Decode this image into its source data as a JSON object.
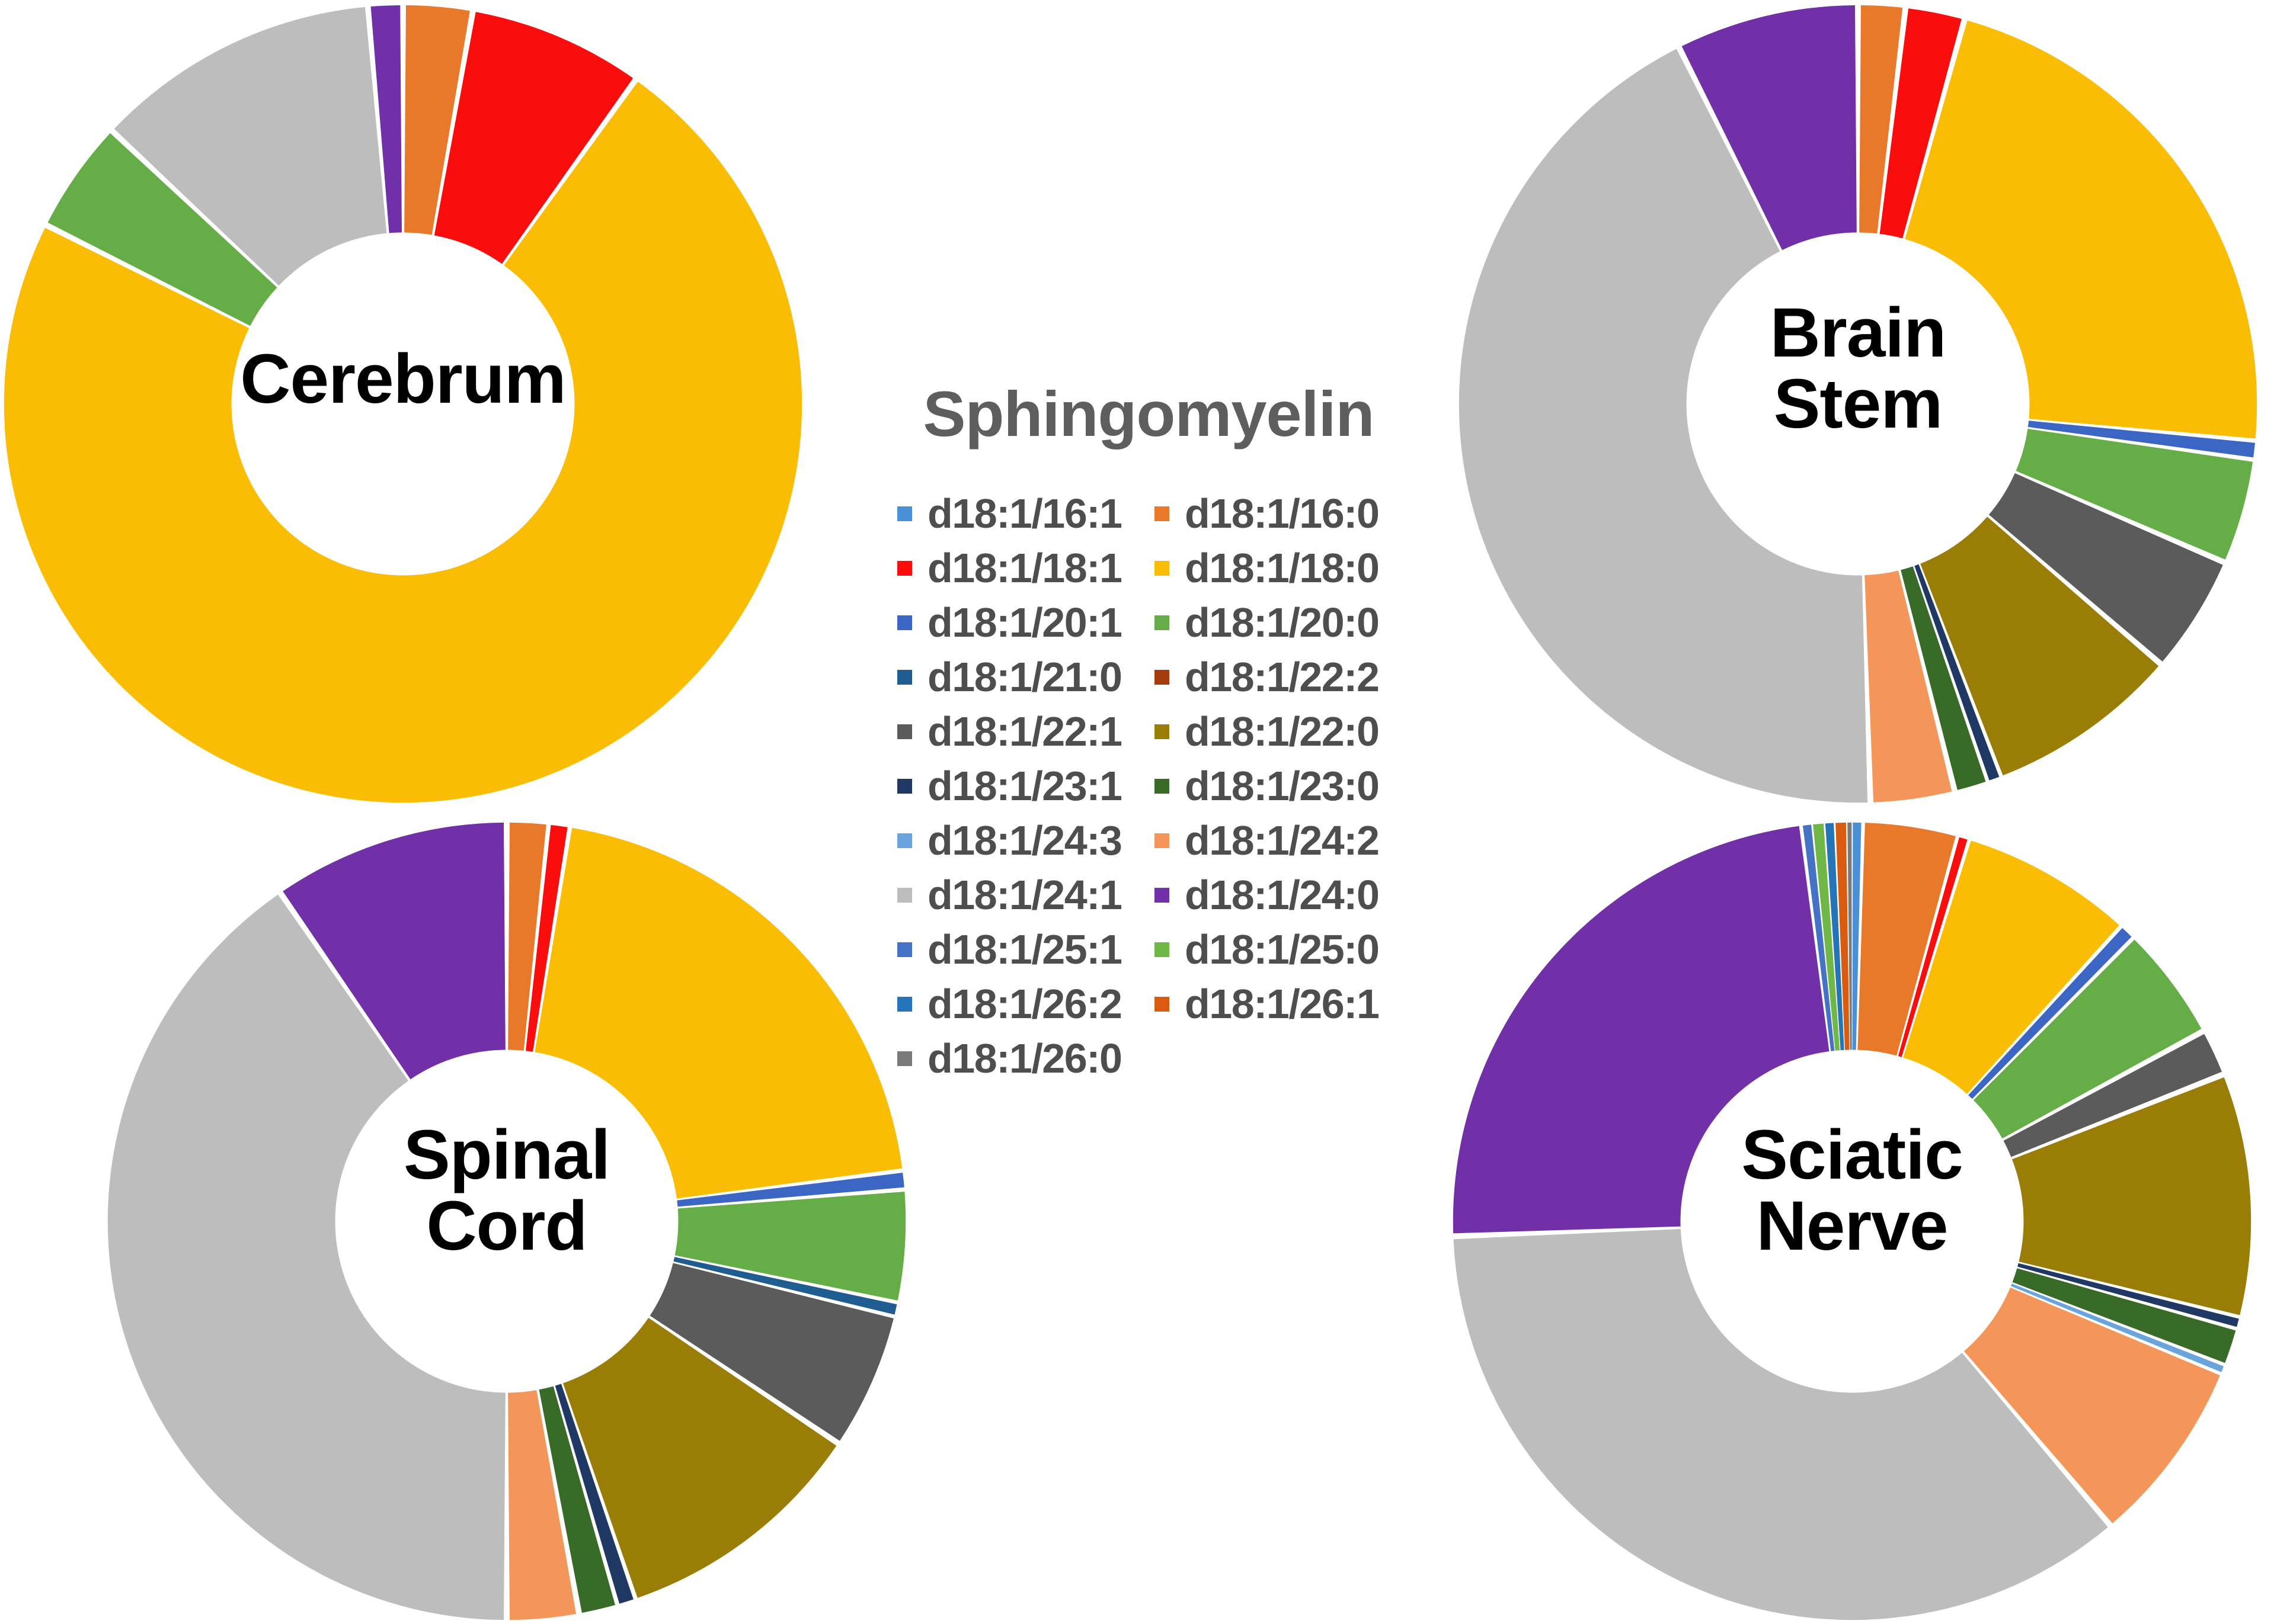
{
  "legend": {
    "title": "Sphingomyelin",
    "title_color": "#5e5e5e",
    "text_color": "#4e4e4e",
    "entries": [
      {
        "label": "d18:1/16:1",
        "color": "#4a90d9"
      },
      {
        "label": "d18:1/16:0",
        "color": "#e8792b"
      },
      {
        "label": "d18:1/18:1",
        "color": "#fc0d0d"
      },
      {
        "label": "d18:1/18:0",
        "color": "#fbbc04"
      },
      {
        "label": "d18:1/20:1",
        "color": "#3b66c4"
      },
      {
        "label": "d18:1/20:0",
        "color": "#64ad47"
      },
      {
        "label": "d18:1/21:0",
        "color": "#1f5d91"
      },
      {
        "label": "d18:1/22:2",
        "color": "#a63c0d"
      },
      {
        "label": "d18:1/22:1",
        "color": "#5b5b5b"
      },
      {
        "label": "d18:1/22:0",
        "color": "#9a7d06"
      },
      {
        "label": "d18:1/23:1",
        "color": "#1f3864"
      },
      {
        "label": "d18:1/23:0",
        "color": "#386b28"
      },
      {
        "label": "d18:1/24:3",
        "color": "#6aa4de"
      },
      {
        "label": "d18:1/24:2",
        "color": "#f4955a"
      },
      {
        "label": "d18:1/24:1",
        "color": "#bdbdbd"
      },
      {
        "label": "d18:1/24:0",
        "color": "#7230a8"
      },
      {
        "label": "d18:1/25:1",
        "color": "#4472c4"
      },
      {
        "label": "d18:1/25:0",
        "color": "#6fb848"
      },
      {
        "label": "d18:1/26:2",
        "color": "#2574b8"
      },
      {
        "label": "d18:1/26:1",
        "color": "#d95b10"
      },
      {
        "label": "d18:1/26:0",
        "color": "#7a7a7a"
      }
    ]
  },
  "chart_data": [
    {
      "type": "pie",
      "title": "Cerebrum",
      "hole": 0.43,
      "start_angle": -90,
      "legend": "shared",
      "categories": [
        "d18:1/16:1",
        "d18:1/16:0",
        "d18:1/18:1",
        "d18:1/18:0",
        "d18:1/20:1",
        "d18:1/20:0",
        "d18:1/21:0",
        "d18:1/22:2",
        "d18:1/22:1",
        "d18:1/22:0",
        "d18:1/23:1",
        "d18:1/23:0",
        "d18:1/24:3",
        "d18:1/24:2",
        "d18:1/24:1",
        "d18:1/24:0",
        "d18:1/25:1",
        "d18:1/25:0",
        "d18:1/26:2",
        "d18:1/26:1",
        "d18:1/26:0"
      ],
      "values": [
        0.0,
        2.8,
        7.1,
        72.5,
        0.0,
        4.6,
        0.0,
        0.0,
        0.0,
        0.0,
        0.0,
        0.0,
        0.0,
        0.0,
        11.6,
        1.4,
        0.0,
        0.0,
        0.0,
        0.0,
        0.0
      ]
    },
    {
      "type": "pie",
      "title": "Brain Stem",
      "hole": 0.43,
      "start_angle": -90,
      "legend": "shared",
      "categories": [
        "d18:1/16:1",
        "d18:1/16:0",
        "d18:1/18:1",
        "d18:1/18:0",
        "d18:1/20:1",
        "d18:1/20:0",
        "d18:1/21:0",
        "d18:1/22:2",
        "d18:1/22:1",
        "d18:1/22:0",
        "d18:1/23:1",
        "d18:1/23:0",
        "d18:1/24:3",
        "d18:1/24:2",
        "d18:1/24:1",
        "d18:1/24:0",
        "d18:1/25:1",
        "d18:1/25:0",
        "d18:1/26:2",
        "d18:1/26:1",
        "d18:1/26:0"
      ],
      "values": [
        0.0,
        1.9,
        2.4,
        22.2,
        0.7,
        4.3,
        0.0,
        0.0,
        4.8,
        7.9,
        0.5,
        1.4,
        0.0,
        3.4,
        43.1,
        7.4,
        0.0,
        0.0,
        0.0,
        0.0,
        0.0
      ]
    },
    {
      "type": "pie",
      "title": "Spinal Cord",
      "hole": 0.43,
      "start_angle": -90,
      "legend": "shared",
      "categories": [
        "d18:1/16:1",
        "d18:1/16:0",
        "d18:1/18:1",
        "d18:1/18:0",
        "d18:1/20:1",
        "d18:1/20:0",
        "d18:1/21:0",
        "d18:1/22:2",
        "d18:1/22:1",
        "d18:1/22:0",
        "d18:1/23:1",
        "d18:1/23:0",
        "d18:1/24:3",
        "d18:1/24:2",
        "d18:1/24:1",
        "d18:1/24:0",
        "d18:1/25:1",
        "d18:1/25:0",
        "d18:1/26:2",
        "d18:1/26:1",
        "d18:1/26:0"
      ],
      "values": [
        0.0,
        1.7,
        0.8,
        20.5,
        0.7,
        4.6,
        0.5,
        0.0,
        5.6,
        10.4,
        0.7,
        1.6,
        0.0,
        2.9,
        40.4,
        9.6,
        0.0,
        0.0,
        0.0,
        0.0,
        0.0
      ]
    },
    {
      "type": "pie",
      "title": "Sciatic Nerve",
      "hole": 0.43,
      "start_angle": -90,
      "legend": "shared",
      "categories": [
        "d18:1/16:1",
        "d18:1/16:0",
        "d18:1/18:1",
        "d18:1/18:0",
        "d18:1/20:1",
        "d18:1/20:0",
        "d18:1/21:0",
        "d18:1/22:2",
        "d18:1/22:1",
        "d18:1/22:0",
        "d18:1/23:1",
        "d18:1/23:0",
        "d18:1/24:3",
        "d18:1/24:2",
        "d18:1/24:1",
        "d18:1/24:0",
        "d18:1/25:1",
        "d18:1/25:0",
        "d18:1/26:2",
        "d18:1/26:1",
        "d18:1/26:0"
      ],
      "values": [
        0.4,
        3.9,
        0.4,
        7.1,
        0.6,
        4.7,
        0.0,
        0.0,
        1.9,
        9.9,
        0.4,
        1.6,
        0.3,
        7.6,
        35.6,
        23.6,
        0.4,
        0.5,
        0.4,
        0.5,
        0.2
      ]
    }
  ]
}
